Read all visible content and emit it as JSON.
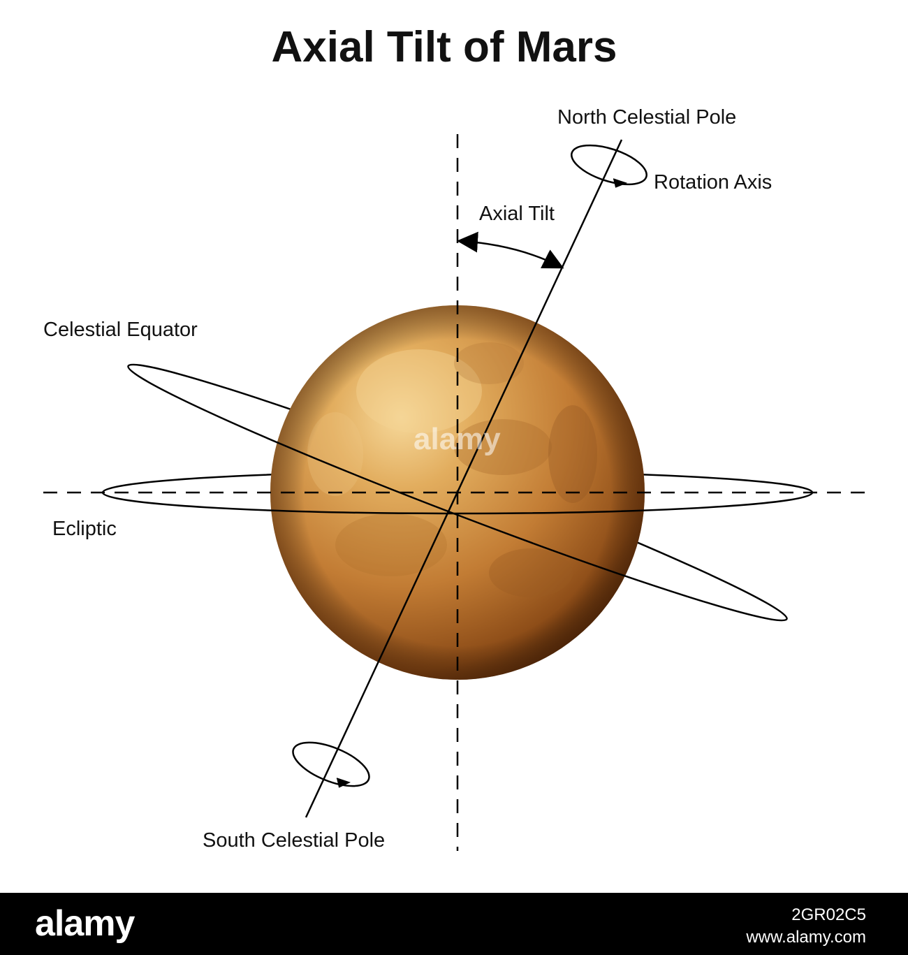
{
  "title": "Axial Tilt of Mars",
  "labels": {
    "north_celestial_pole": "North Celestial Pole",
    "rotation_axis": "Rotation Axis",
    "axial_tilt": "Axial Tilt",
    "celestial_equator": "Celestial Equator",
    "ecliptic": "Ecliptic",
    "south_celestial_pole": "South Celestial Pole"
  },
  "watermark": "alamy",
  "footer": {
    "logo": "alamy",
    "image_id": "2GR02C5",
    "website": "www.alamy.com"
  },
  "colors": {
    "planet_light": "#e8b865",
    "planet_mid": "#c07e36",
    "planet_dark": "#6e3a10",
    "line": "#000000",
    "footer_bg": "#000000"
  }
}
